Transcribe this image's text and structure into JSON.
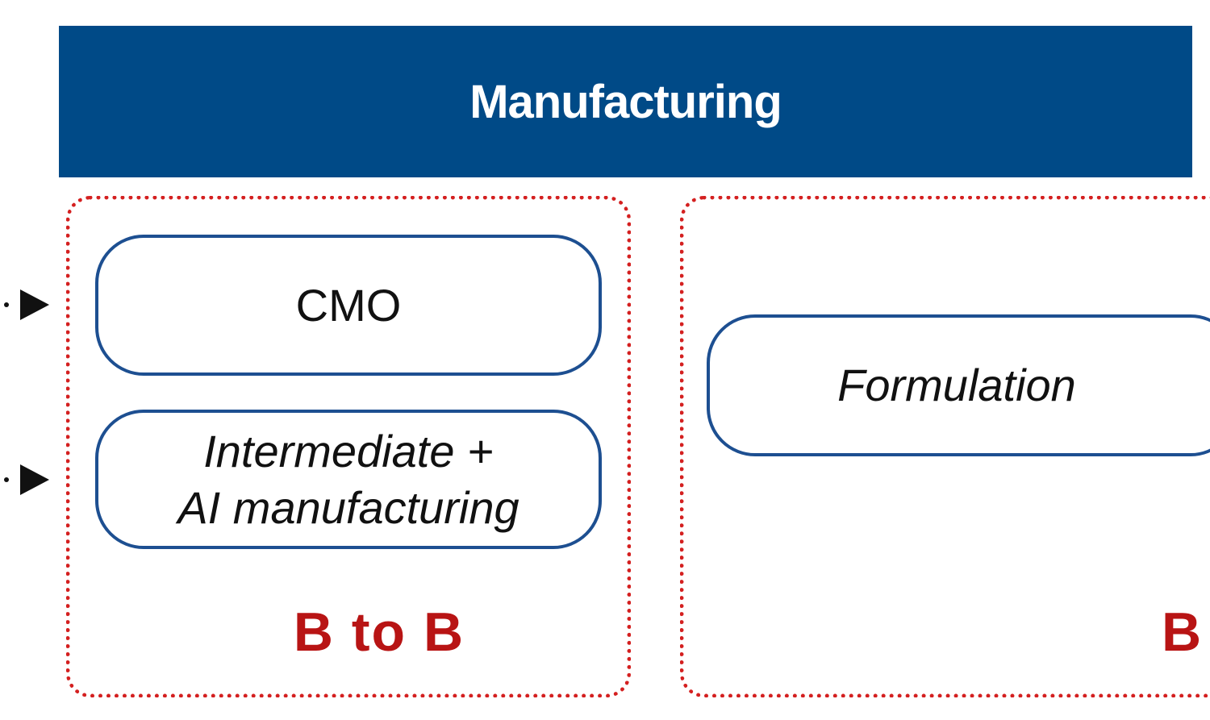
{
  "header": {
    "title": "Manufacturing"
  },
  "groups": [
    {
      "nodes": [
        "CMO",
        [
          "Intermediate +",
          "AI manufacturing"
        ]
      ],
      "label": "B to B"
    },
    {
      "nodes": [
        "Formulation"
      ],
      "label": "B"
    }
  ],
  "colors": {
    "header": "#004a87",
    "group_border": "#d42020",
    "node_border": "#1d4f91",
    "label": "#b81414"
  }
}
